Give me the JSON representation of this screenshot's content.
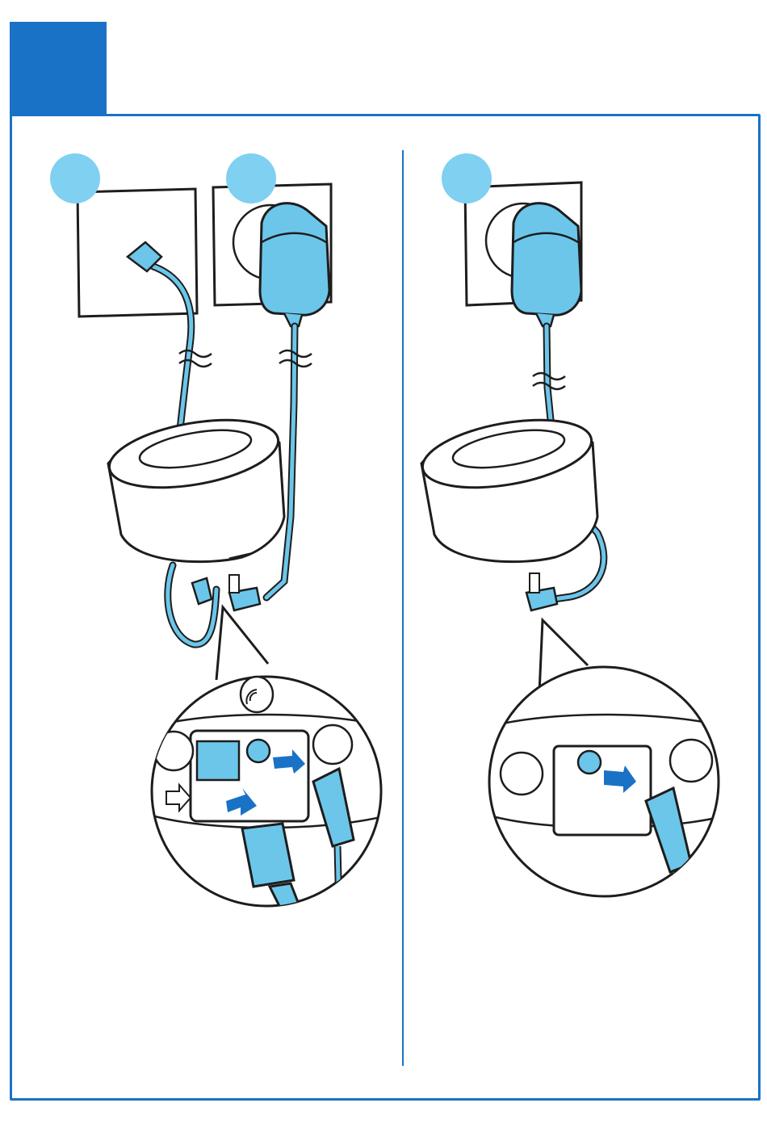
{
  "colors": {
    "accent_blue": "#1a72c6",
    "cable_blue": "#6cc6ea",
    "step_circle": "#7fd0f1",
    "line": "#1d1d1d",
    "background": "#ffffff"
  },
  "panels": [
    {
      "id": "left",
      "step_markers": [
        "step-marker-phone",
        "step-marker-power"
      ],
      "icons": [
        "wall-phone-socket-icon",
        "wall-power-socket-icon",
        "power-adapter-icon",
        "base-station-icon",
        "rj11-connector-icon",
        "dc-power-plug-icon",
        "wireless-signal-icon",
        "insert-arrow-icon"
      ]
    },
    {
      "id": "right",
      "step_markers": [
        "step-marker-power"
      ],
      "icons": [
        "wall-power-socket-icon",
        "power-adapter-icon",
        "charger-icon",
        "dc-power-plug-icon",
        "insert-arrow-icon"
      ]
    }
  ]
}
